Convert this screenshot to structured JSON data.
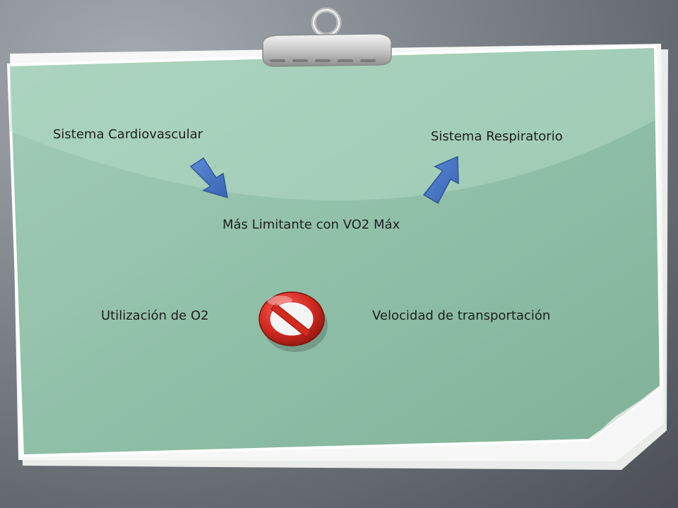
{
  "slide": {
    "top_left_label": "Sistema Cardiovascular",
    "top_right_label": "Sistema Respiratorio",
    "center_label": "Más Limitante con VO2 Máx",
    "bottom_left_label": "Utilización de O2",
    "bottom_right_label": "Velocidad de transportación"
  },
  "colors": {
    "note_paper": "#8fbfa8",
    "arrow_fill": "#4472c4",
    "prohibition_sign": "#d9342b",
    "background": "#5c6066"
  },
  "icons": [
    "binder-clip-icon",
    "arrow-down-right-icon",
    "arrow-up-right-icon",
    "prohibition-icon"
  ]
}
